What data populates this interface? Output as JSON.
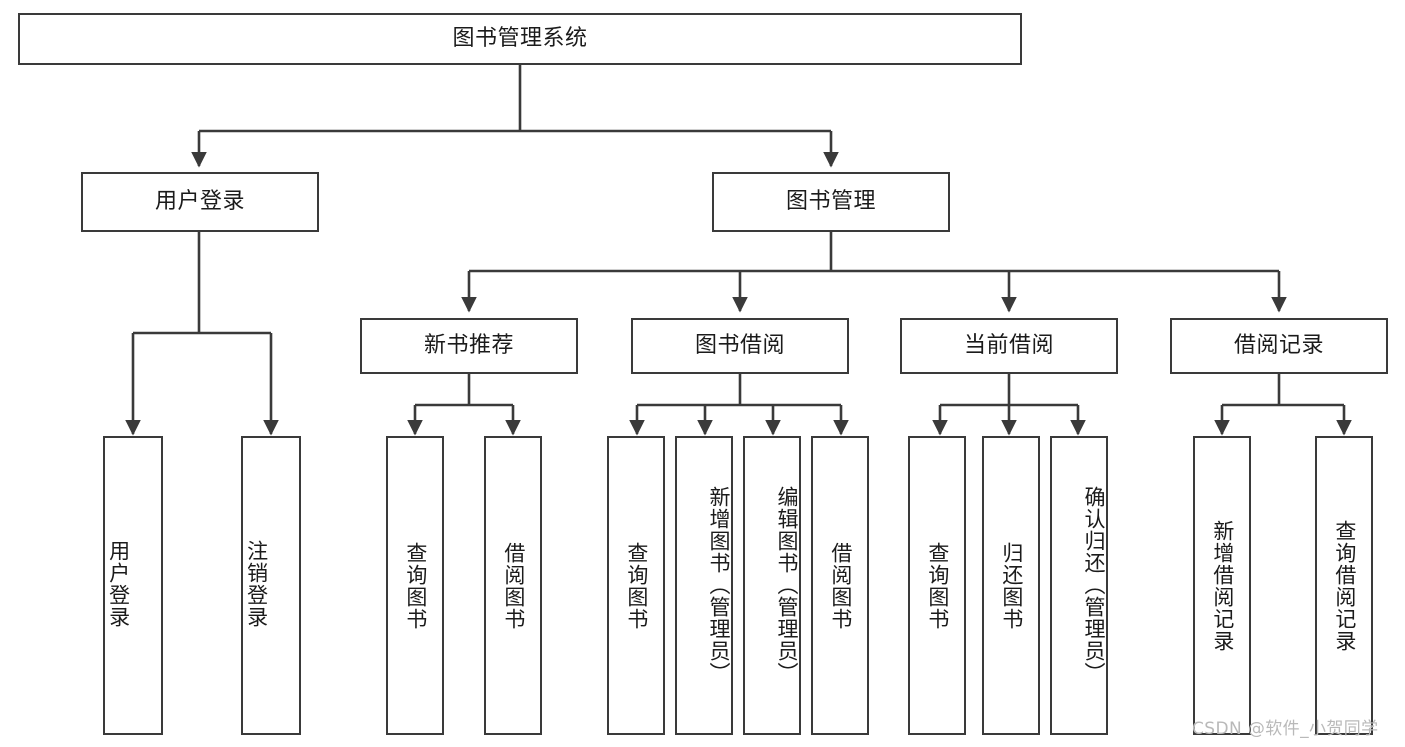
{
  "diagram": {
    "type": "tree",
    "title": "图书管理系统",
    "root": {
      "label": "图书管理系统"
    },
    "level2": [
      {
        "label": "用户登录"
      },
      {
        "label": "图书管理"
      }
    ],
    "level3": [
      {
        "label": "新书推荐"
      },
      {
        "label": "图书借阅"
      },
      {
        "label": "当前借阅"
      },
      {
        "label": "借阅记录"
      }
    ],
    "leaves": {
      "user_login": [
        {
          "label": "用户登录"
        },
        {
          "label": "注销登录"
        }
      ],
      "new_book_recommend": [
        {
          "label": "查询图书"
        },
        {
          "label": "借阅图书"
        }
      ],
      "book_borrow": [
        {
          "label": "查询图书"
        },
        {
          "label": "新增图书（管理员）"
        },
        {
          "label": "编辑图书（管理员）"
        },
        {
          "label": "借阅图书"
        }
      ],
      "current_borrow": [
        {
          "label": "查询图书"
        },
        {
          "label": "归还图书"
        },
        {
          "label": "确认归还（管理员）"
        }
      ],
      "borrow_record": [
        {
          "label": "新增借阅记录"
        },
        {
          "label": "查询借阅记录"
        }
      ]
    }
  },
  "watermark": {
    "text": "CSDN @软件_小贺同学"
  },
  "colors": {
    "stroke": "#3a3a3a",
    "background": "#ffffff",
    "text": "#1b1b1b",
    "watermark": "#b9b9b9"
  }
}
